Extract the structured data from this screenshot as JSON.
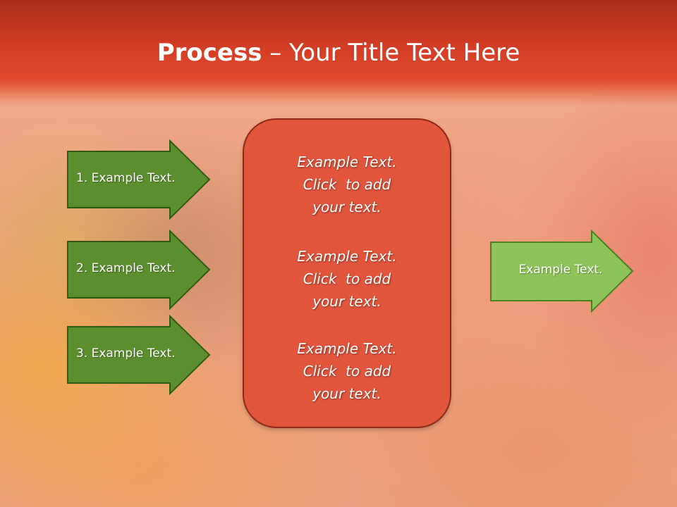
{
  "slide": {
    "title_bold": "Process",
    "title_rest": " – Your Title Text Here"
  },
  "steps": [
    {
      "label": "1. Example Text."
    },
    {
      "label": "2. Example Text."
    },
    {
      "label": "3. Example Text."
    }
  ],
  "center_box": {
    "paragraphs": [
      {
        "line1": "Example Text.",
        "line2": "Click  to add",
        "line3": "your text."
      },
      {
        "line1": "Example Text.",
        "line2": "Click  to add",
        "line3": "your text."
      },
      {
        "line1": "Example Text.",
        "line2": "Click  to add",
        "line3": "your text."
      }
    ]
  },
  "output": {
    "label": "Example Text."
  },
  "colors": {
    "title_bar": "#cf3b24",
    "step_arrow_fill": "#5a8e2f",
    "step_arrow_border": "#2f5a14",
    "output_arrow_fill": "#8dc35a",
    "output_arrow_border": "#4a7f22",
    "center_box_fill": "#e1553c",
    "center_box_border": "#8c2a1a"
  }
}
